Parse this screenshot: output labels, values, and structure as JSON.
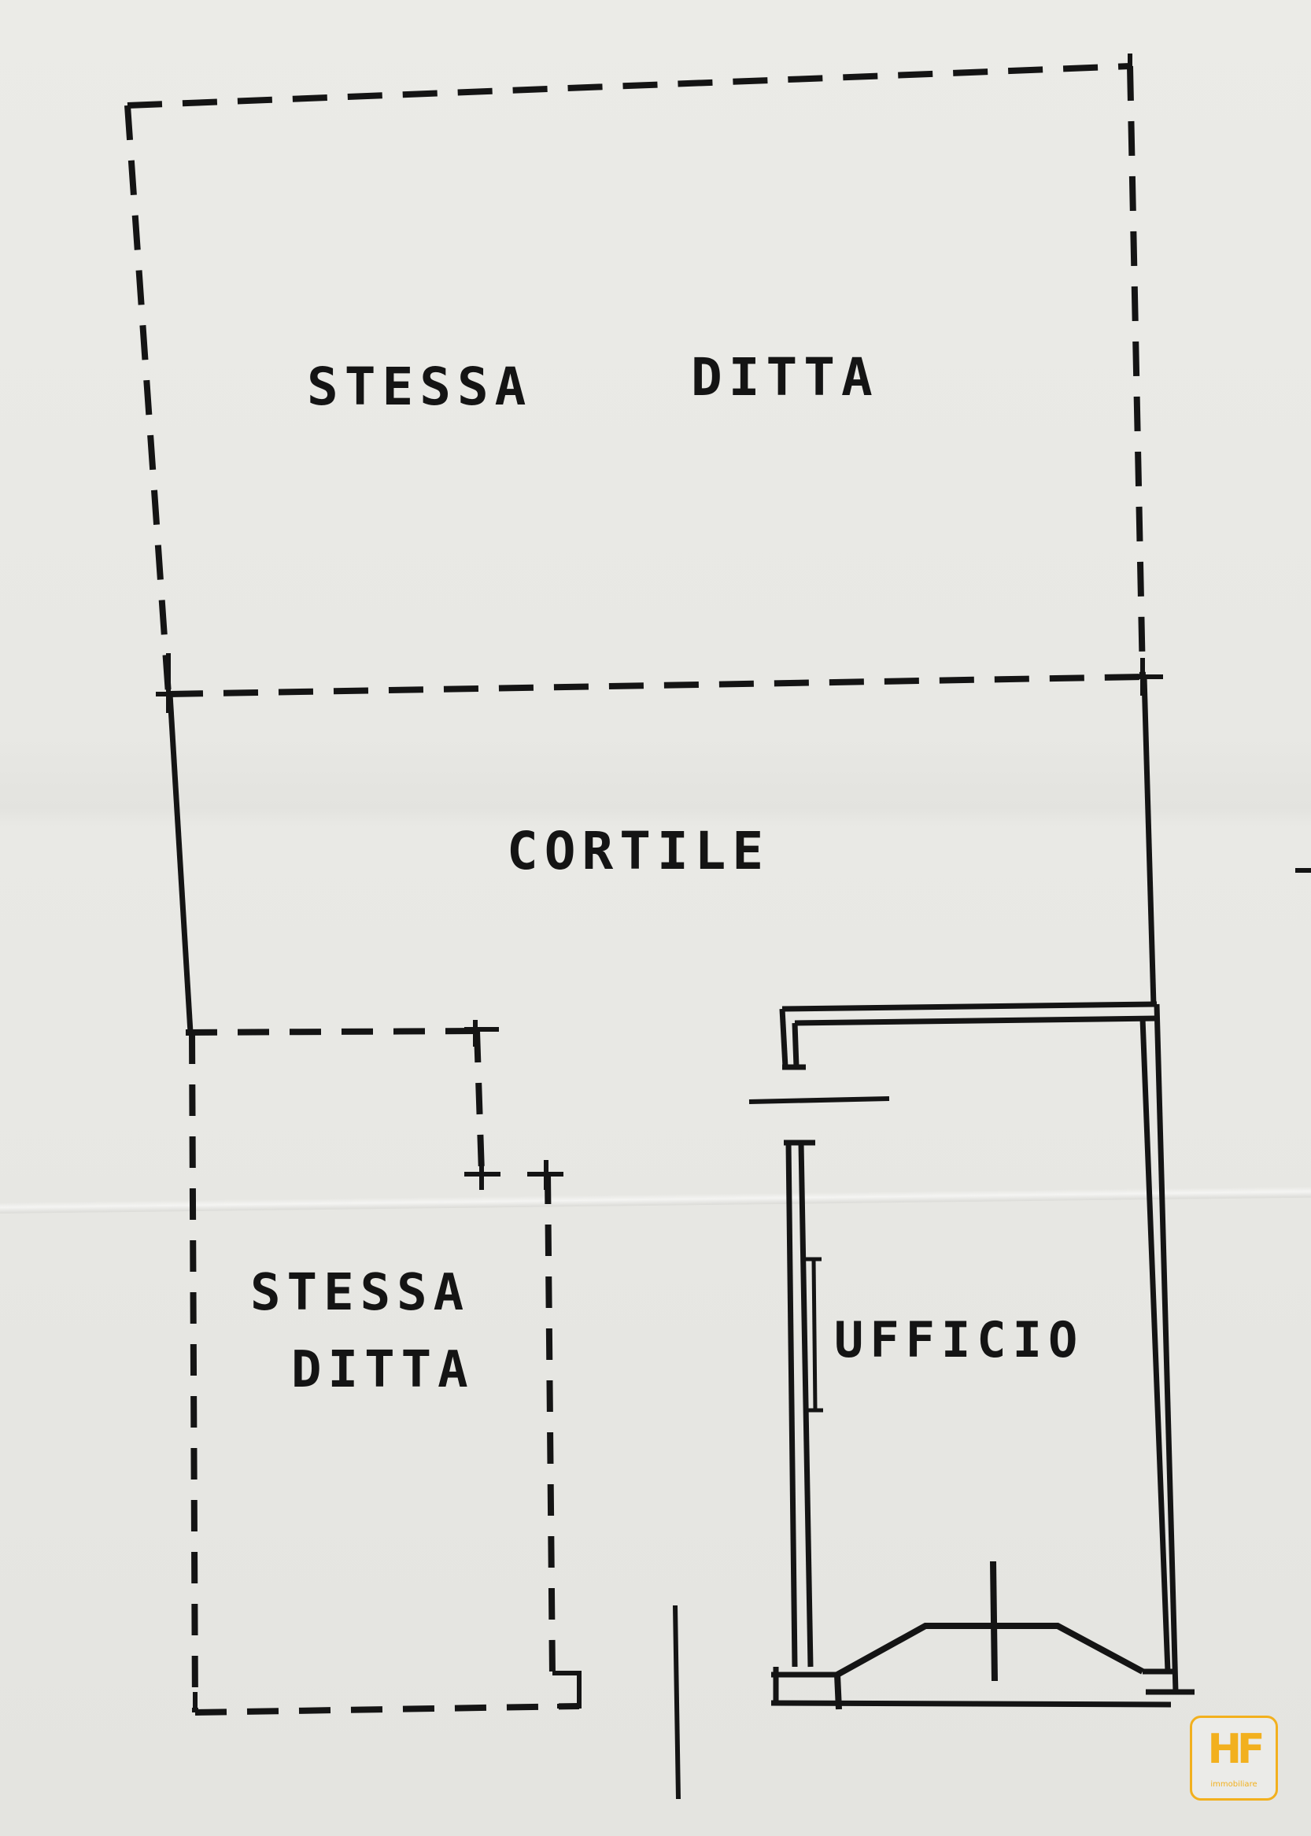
{
  "rooms": {
    "top": {
      "line1": "STESSA",
      "line2": "DITTA"
    },
    "courtyard": {
      "label": "CORTILE"
    },
    "bottom_left": {
      "line1": "STESSA",
      "line2": "DITTA"
    },
    "office": {
      "label": "UFFICIO"
    }
  },
  "logo": {
    "letters": "HF",
    "tagline": "immobiliare"
  },
  "colors": {
    "ink": "#141414",
    "paper": "#e8e8e4",
    "logo_accent": "#f2b01e"
  }
}
